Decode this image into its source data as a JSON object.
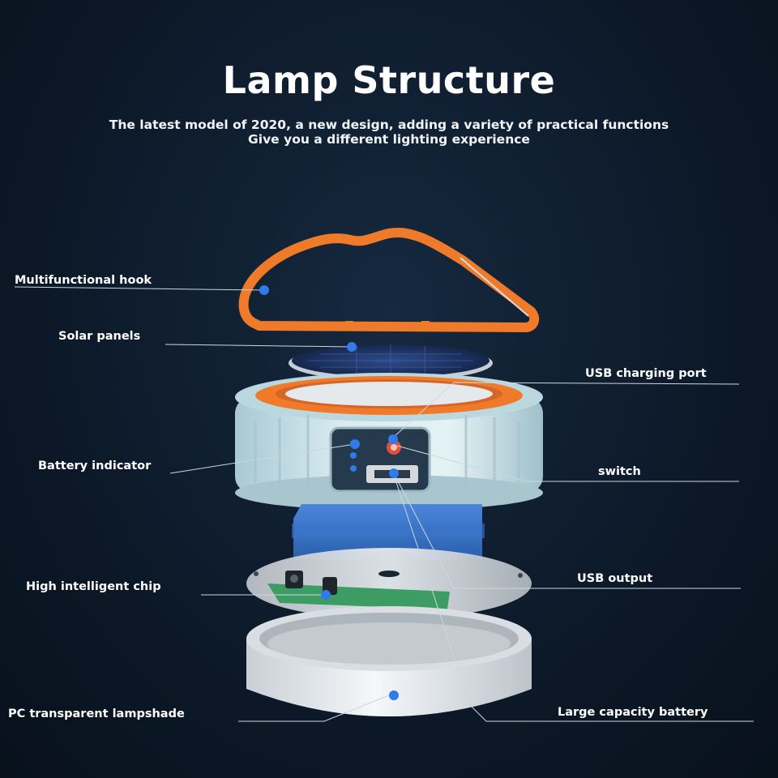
{
  "title": "Lamp Structure",
  "subtitle_line1": "The latest model of 2020, a new design, adding a variety of practical functions",
  "subtitle_line2": "Give you a different lighting experience",
  "labels": {
    "hook": "Multifunctional hook",
    "solar": "Solar panels",
    "usb_charging": "USB charging port",
    "battery_indicator": "Battery indicator",
    "switch": "switch",
    "chip": "High intelligent chip",
    "usb_output": "USB output",
    "lampshade": "PC transparent lampshade",
    "battery": "Large capacity battery"
  },
  "colors": {
    "background": "#0d1a2a",
    "hook_orange": "#ee7a2a",
    "body_light_blue": "#cfe6ec",
    "dot_blue": "#2f7bea",
    "leader_line": "#cfd6dd"
  }
}
